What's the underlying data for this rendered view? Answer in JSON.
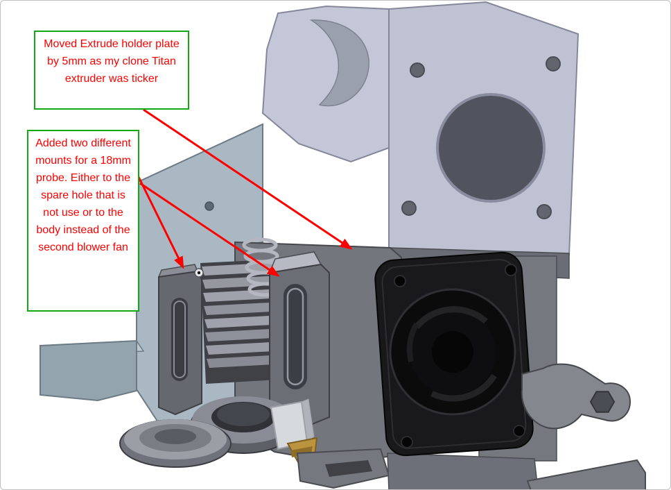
{
  "figure": {
    "kind": "annotated-cad-render",
    "subject": "3D printer extruder carriage assembly with blower fan and probe mounts"
  },
  "callouts": [
    {
      "id": "extruder-plate-note",
      "text": "Moved Extrude holder plate by 5mm as my clone Titan extruder was ticker"
    },
    {
      "id": "probe-mounts-note",
      "text": "Added two different mounts for a 18mm probe. Either to the spare hole that is not use or to the body instead of the second blower fan"
    }
  ],
  "annotation_style": {
    "callout_border_color": "#12a812",
    "callout_text_color": "#fe0000",
    "arrow_color": "#fe0000"
  },
  "model_colors": {
    "carriage_bracket": "#a9b8c2",
    "extruder_holder_plate": "#c4c7d7",
    "motor_mount_plate": "#bfc2d2",
    "main_body": "#73767d",
    "blower_fan": "#19191b",
    "nozzle": "#b9933f"
  }
}
